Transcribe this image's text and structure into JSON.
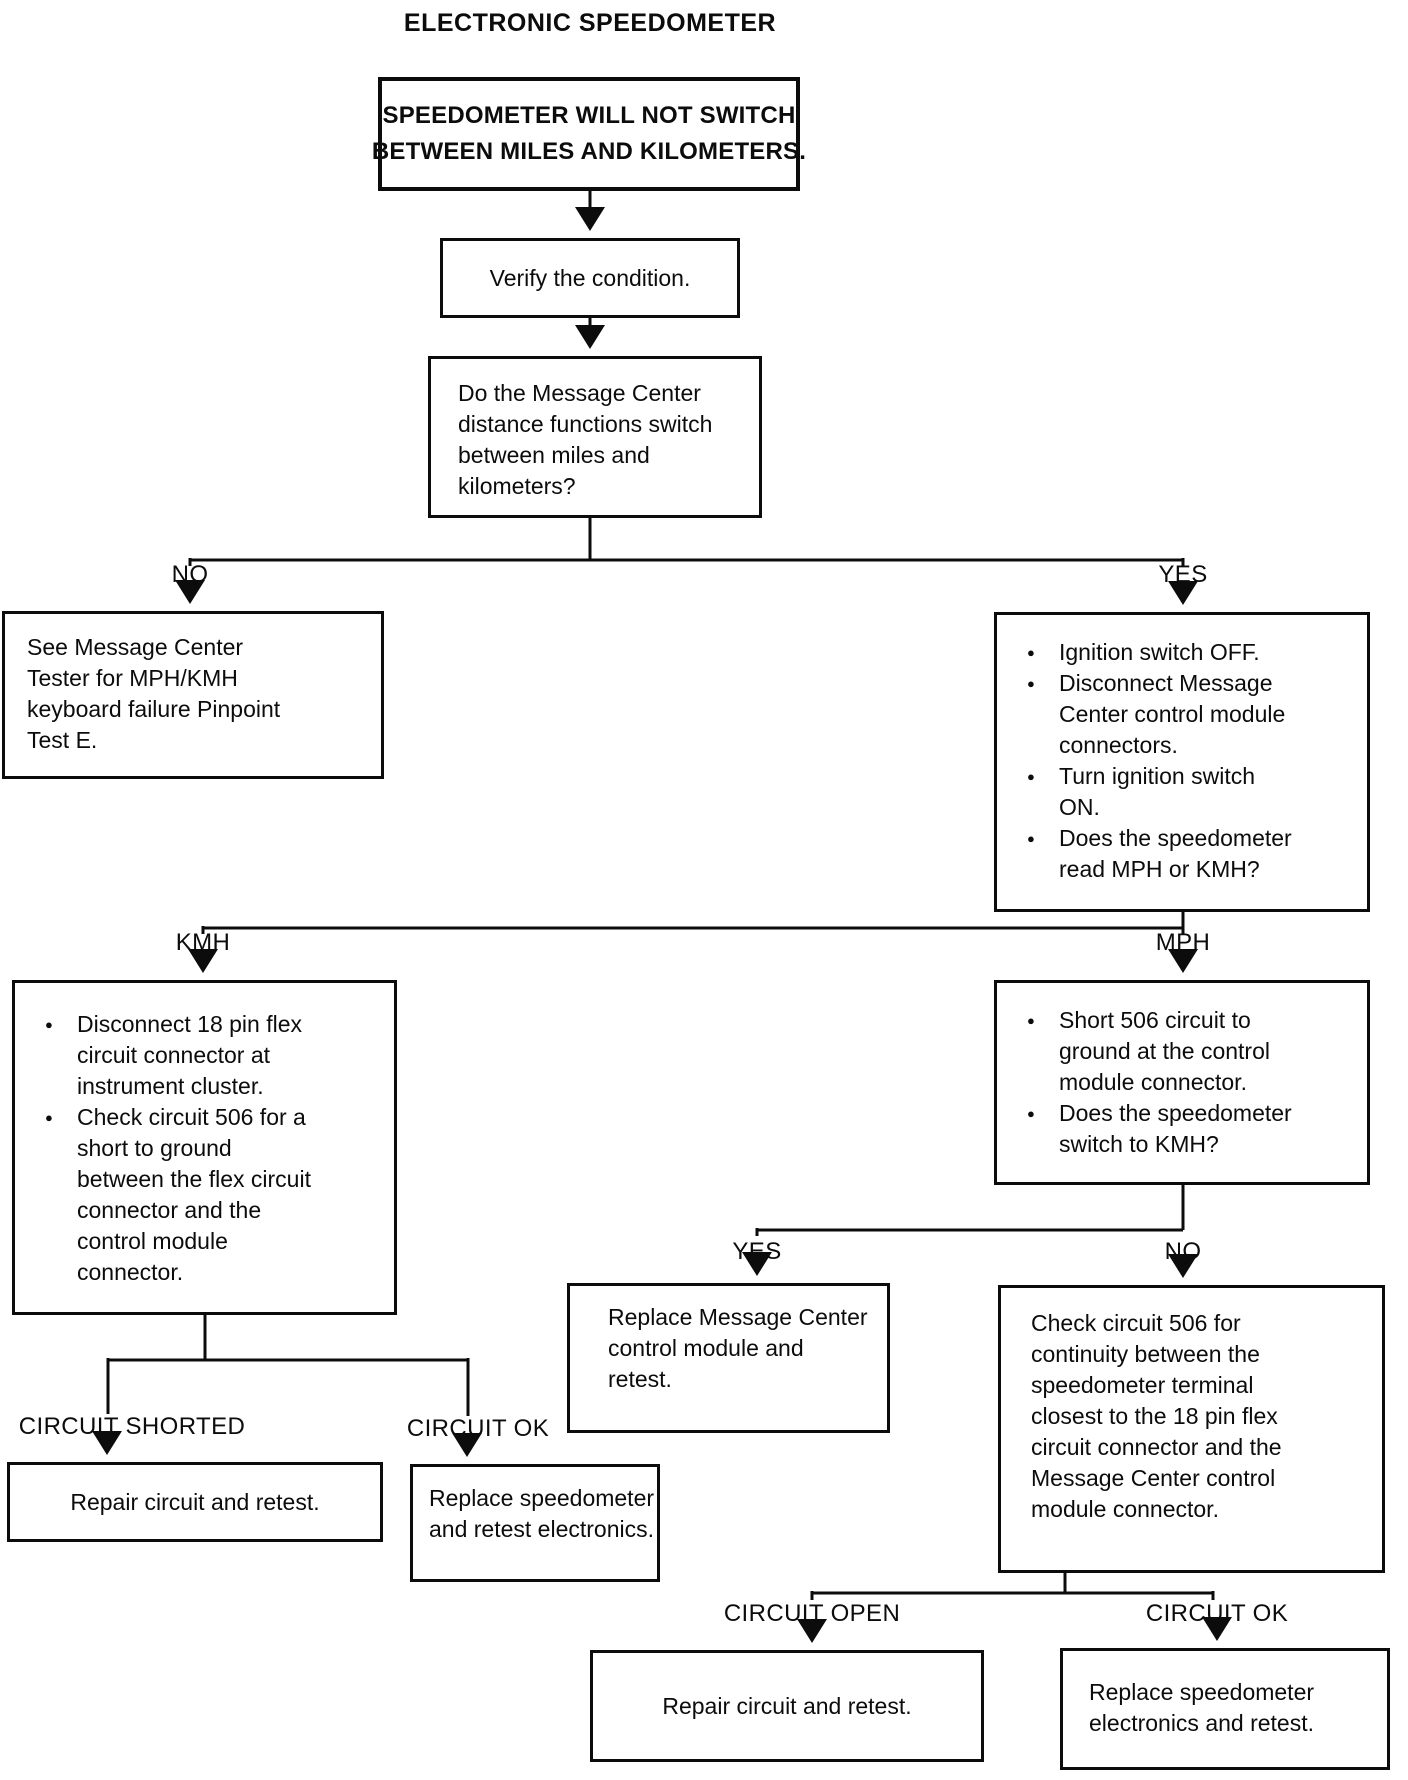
{
  "title": "ELECTRONIC SPEEDOMETER",
  "boxes": {
    "problem": {
      "lines": [
        "SPEEDOMETER WILL NOT SWITCH",
        "BETWEEN MILES AND KILOMETERS."
      ]
    },
    "verify": {
      "lines": [
        "Verify the condition."
      ]
    },
    "question_switch": {
      "lines": [
        "Do the Message Center",
        "distance functions switch",
        "between miles and",
        "kilometers?"
      ]
    },
    "see_tester": {
      "lines": [
        "See Message Center",
        "Tester for MPH/KMH",
        "keyboard failure Pinpoint",
        "Test E."
      ]
    },
    "ignition_test": {
      "bullets": [
        [
          "Ignition switch OFF."
        ],
        [
          "Disconnect Message",
          "Center control module",
          "connectors."
        ],
        [
          "Turn ignition switch",
          "ON."
        ],
        [
          "Does the speedometer",
          "read MPH or KMH?"
        ]
      ]
    },
    "kmh_check": {
      "bullets": [
        [
          "Disconnect 18 pin flex",
          "circuit connector at",
          "instrument cluster."
        ],
        [
          "Check circuit 506 for a",
          "short to ground",
          "between the flex circuit",
          "connector and the",
          "control module",
          "connector."
        ]
      ]
    },
    "mph_check": {
      "bullets": [
        [
          "Short 506 circuit to",
          "ground at the control",
          "module connector."
        ],
        [
          "Does the speedometer",
          "switch to KMH?"
        ]
      ]
    },
    "repair_shorted": {
      "lines": [
        "Repair circuit and retest."
      ]
    },
    "replace_speedometer": {
      "lines": [
        "Replace speedometer",
        "and retest electronics."
      ]
    },
    "replace_module": {
      "lines": [
        "Replace Message Center",
        "control module and",
        "retest."
      ]
    },
    "check_continuity": {
      "lines": [
        "Check circuit 506 for",
        "continuity between the",
        "speedometer terminal",
        "closest to the 18 pin flex",
        "circuit connector and the",
        "Message Center control",
        "module connector."
      ]
    },
    "repair_open": {
      "lines": [
        "Repair circuit and retest."
      ]
    },
    "replace_electronics": {
      "lines": [
        "Replace speedometer",
        "electronics and retest."
      ]
    }
  },
  "labels": {
    "no_1": "NO",
    "yes_1": "YES",
    "kmh": "KMH",
    "mph": "MPH",
    "yes_2": "YES",
    "no_2": "NO",
    "circuit_shorted": "CIRCUIT SHORTED",
    "circuit_ok_1": "CIRCUIT OK",
    "circuit_open": "CIRCUIT OPEN",
    "circuit_ok_2": "CIRCUIT OK"
  },
  "colors": {
    "ink": "#0c0c0c",
    "paper": "#ffffff"
  }
}
